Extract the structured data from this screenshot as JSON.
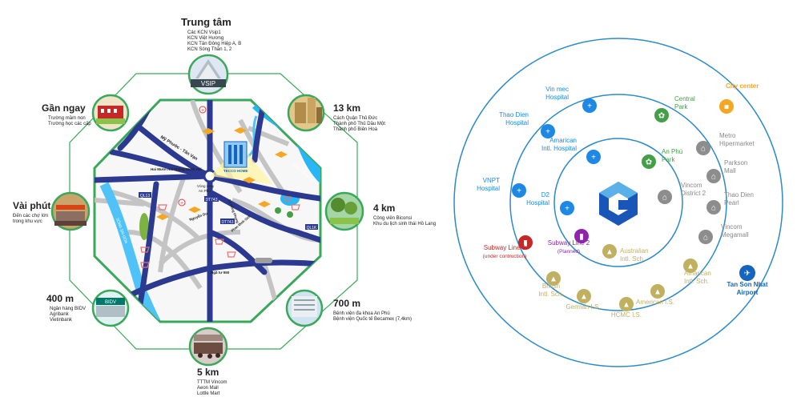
{
  "left_map": {
    "groups": [
      {
        "id": "top",
        "title": "Trung tâm",
        "lines": [
          "Các KCN Vsip1",
          "KCN Việt Hương",
          "KCN Tân Đông Hiệp A, B",
          "KCN Sóng Thần 1, 2"
        ]
      },
      {
        "id": "top-left",
        "title": "Gần ngay",
        "lines": [
          "Trường mầm non",
          "Trường học các cấp"
        ]
      },
      {
        "id": "top-right",
        "title": "13 km",
        "lines": [
          "Cách Quận Thủ Đức",
          "Thành phố Thủ Dầu Một",
          "Thành phố Biên Hoà"
        ]
      },
      {
        "id": "left",
        "title": "Vài phút",
        "lines": [
          "Đến các chợ lớn",
          "trong khu vực"
        ]
      },
      {
        "id": "right",
        "title": "4 km",
        "lines": [
          "Công viên Biconsi",
          "Khu du lịch sinh thái Hồ Lang"
        ]
      },
      {
        "id": "bottom-left",
        "title": "400 m",
        "lines": [
          "Ngân hàng BIDV",
          "Agribank",
          "Vietinbank"
        ]
      },
      {
        "id": "bottom-right",
        "title": "700 m",
        "lines": [
          "Bệnh viện đa khoa An Phú",
          "Bệnh viện Quốc tế Becamex (7,4km)"
        ]
      },
      {
        "id": "bottom",
        "title": "5 km",
        "lines": [
          "TTTM Vincom",
          "Aeon Mall",
          "Lottle Mart"
        ]
      }
    ],
    "road_labels": {
      "my_phuoc": "Mỹ Phước - Tân Vạn",
      "hai_muoi_hai": "Hai Mươi Hai Tháng Mười Hai",
      "vong_xoay": "Vòng xoay",
      "an_phu": "An Phú",
      "ql13": "QL13",
      "dt743": "DT743",
      "dt743b": "DT743",
      "nguyen_du": "Nguyễn Du",
      "ql1k": "QL1K",
      "nga_tu_550": "Ngã tư 550",
      "song_dong_nai": "SÔNG ĐỒNG NAI",
      "song_sai_gon": "SÔNG SÀI GÒN",
      "le_hong_phong": "Lê Hồng Phong",
      "phan_dinh_giot": "Phan Đình Giót",
      "project": "TECCO HOME"
    },
    "vsip_text": "VSIP",
    "bank_text": "BIDV",
    "colors": {
      "road_main": "#2b3990",
      "road_minor": "#bfbfbf",
      "green": "#7cb342",
      "river": "#4fc3f7",
      "octagon": "#3aa85a"
    }
  },
  "right_map": {
    "center_logo_icon": "g-logo-icon",
    "places": [
      {
        "id": "vinmec",
        "label": [
          "Vin mec",
          "Hospital"
        ],
        "kind": "hospital"
      },
      {
        "id": "thao-dien-hospital",
        "label": [
          "Thao Dien",
          "Hospital"
        ],
        "kind": "hospital"
      },
      {
        "id": "american-intl-hospital",
        "label": [
          "Amarican",
          "Intl. Hospital"
        ],
        "kind": "hospital"
      },
      {
        "id": "vnpt",
        "label": [
          "VNPT",
          "Hospital"
        ],
        "kind": "hospital"
      },
      {
        "id": "d2",
        "label": [
          "D2",
          "Hospital"
        ],
        "kind": "hospital"
      },
      {
        "id": "central-park",
        "label": [
          "Central",
          "Park"
        ],
        "kind": "park"
      },
      {
        "id": "an-phu-park",
        "label": [
          "An Phú",
          "Park"
        ],
        "kind": "park"
      },
      {
        "id": "city-center",
        "label": [
          "City center"
        ],
        "kind": "city"
      },
      {
        "id": "metro",
        "label": [
          "Metro",
          "Hipermarket"
        ],
        "kind": "shop"
      },
      {
        "id": "parkson",
        "label": [
          "Parkson",
          "Mall"
        ],
        "kind": "shop"
      },
      {
        "id": "vincom-d2",
        "label": [
          "Vincom",
          "District 2"
        ],
        "kind": "shop"
      },
      {
        "id": "thao-dien-pearl",
        "label": [
          "Thao Dien",
          "Pearl"
        ],
        "kind": "shop"
      },
      {
        "id": "vincom-megamall",
        "label": [
          "Vincom",
          "Megamall"
        ],
        "kind": "shop"
      },
      {
        "id": "subway-1",
        "label": [
          "Subway Line 1",
          "(under contruction)"
        ],
        "kind": "subway1"
      },
      {
        "id": "subway-2",
        "label": [
          "Subway Line 2",
          "(Planned)"
        ],
        "kind": "subway2"
      },
      {
        "id": "australian",
        "label": [
          "Australian",
          "Intl. Sch."
        ],
        "kind": "school"
      },
      {
        "id": "american-sch",
        "label": [
          "Amarican",
          "Intl. Sch."
        ],
        "kind": "school"
      },
      {
        "id": "british",
        "label": [
          "British",
          "Intl. Sch."
        ],
        "kind": "school"
      },
      {
        "id": "german",
        "label": [
          "German I.S."
        ],
        "kind": "school"
      },
      {
        "id": "hcmc",
        "label": [
          "HCMC I.S."
        ],
        "kind": "school"
      },
      {
        "id": "american-is",
        "label": [
          "American I.S."
        ],
        "kind": "school"
      },
      {
        "id": "airport",
        "label": [
          "Tan Son Nhat",
          "Airport"
        ],
        "kind": "airport"
      }
    ],
    "colors": {
      "hospital": "#1e88e5",
      "park": "#43a047",
      "shop": "#8d8d8d",
      "school": "#c0b060",
      "city": "#f5a623",
      "subway1": "#c62828",
      "subway2": "#8e24aa",
      "airport": "#1565c0"
    }
  }
}
